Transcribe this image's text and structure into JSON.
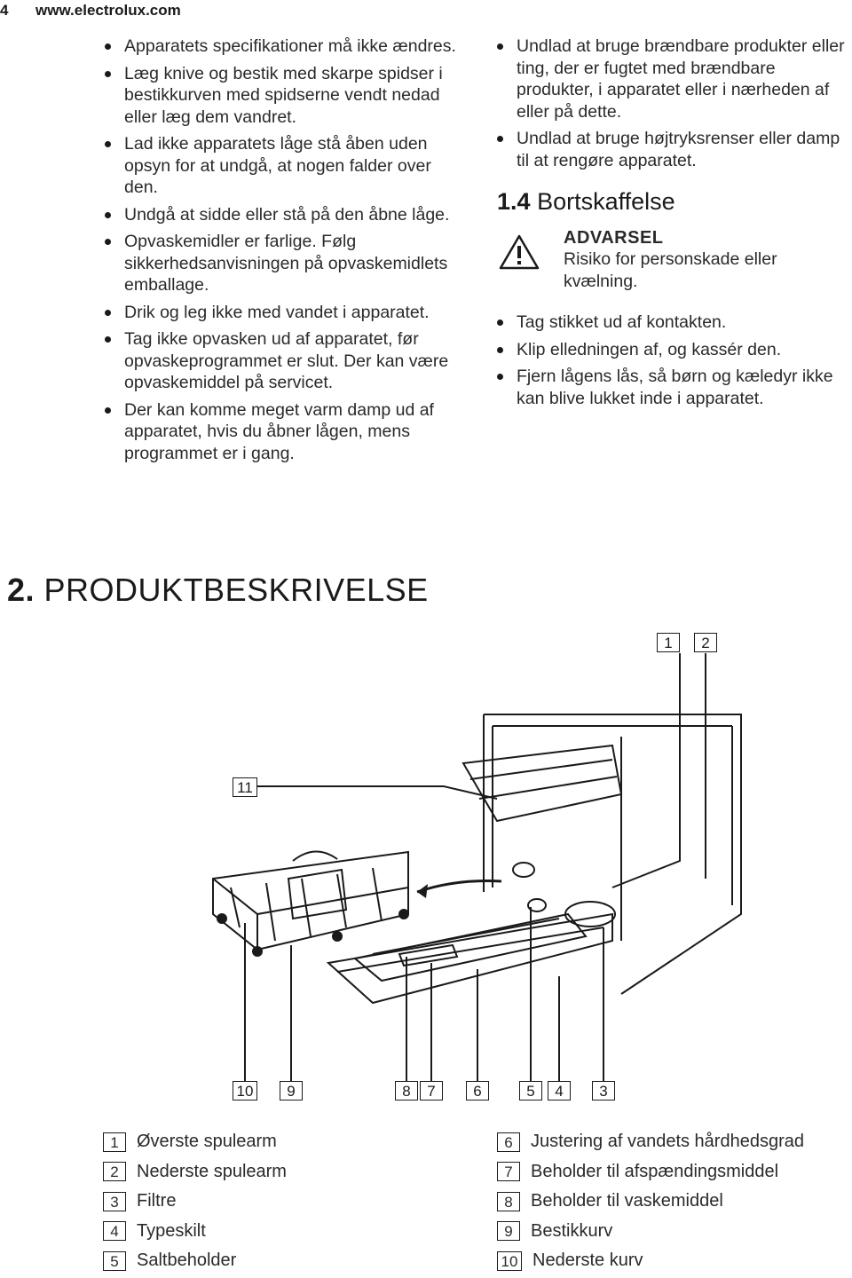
{
  "header": {
    "page_number": "4",
    "site": "www.electrolux.com"
  },
  "left_bullets": [
    "Apparatets specifikationer må ikke ændres.",
    "Læg knive og bestik med skarpe spidser i bestikkurven med spidserne vendt nedad eller læg dem vandret.",
    "Lad ikke apparatets låge stå åben uden opsyn for at undgå, at nogen falder over den.",
    "Undgå at sidde eller stå på den åbne låge.",
    "Opvaskemidler er farlige. Følg sikkerhedsanvisningen på opvaskemidlets emballage.",
    "Drik og leg ikke med vandet i apparatet.",
    "Tag ikke opvasken ud af apparatet, før opvaskeprogrammet er slut. Der kan være opvaskemiddel på servicet.",
    "Der kan komme meget varm damp ud af apparatet, hvis du åbner lågen, mens programmet er i gang."
  ],
  "right_bullets_top": [
    "Undlad at bruge brændbare produkter eller ting, der er fugtet med brændbare produkter, i apparatet eller i nærheden af eller på dette.",
    "Undlad at bruge højtryksrenser eller damp til at rengøre apparatet."
  ],
  "section_1_4": {
    "number": "1.4",
    "title": "Bortskaffelse"
  },
  "warning": {
    "heading": "ADVARSEL",
    "text": "Risiko for personskade eller kvælning."
  },
  "right_bullets_bottom": [
    "Tag stikket ud af kontakten.",
    "Klip elledningen af, og kassér den.",
    "Fjern lågens lås, så børn og kæledyr ikke kan blive lukket inde i apparatet."
  ],
  "chapter": {
    "number": "2.",
    "title": "PRODUKTBESKRIVELSE"
  },
  "callouts": {
    "c1": "1",
    "c2": "2",
    "c11": "11",
    "c10": "10",
    "c9": "9",
    "c8": "8",
    "c7": "7",
    "c6": "6",
    "c5": "5",
    "c4": "4",
    "c3": "3"
  },
  "legend_left": [
    {
      "num": "1",
      "label": "Øverste spulearm"
    },
    {
      "num": "2",
      "label": "Nederste spulearm"
    },
    {
      "num": "3",
      "label": "Filtre"
    },
    {
      "num": "4",
      "label": "Typeskilt"
    },
    {
      "num": "5",
      "label": "Saltbeholder"
    }
  ],
  "legend_right": [
    {
      "num": "6",
      "label": "Justering af vandets hårdhedsgrad"
    },
    {
      "num": "7",
      "label": "Beholder til afspændingsmiddel"
    },
    {
      "num": "8",
      "label": "Beholder til vaskemiddel"
    },
    {
      "num": "9",
      "label": "Bestikkurv"
    },
    {
      "num": "10",
      "label": "Nederste kurv"
    }
  ],
  "icons": {
    "warning": "warning-triangle-icon"
  },
  "colors": {
    "text": "#1a1a1a",
    "callout_fill": "#1a1a1a"
  }
}
